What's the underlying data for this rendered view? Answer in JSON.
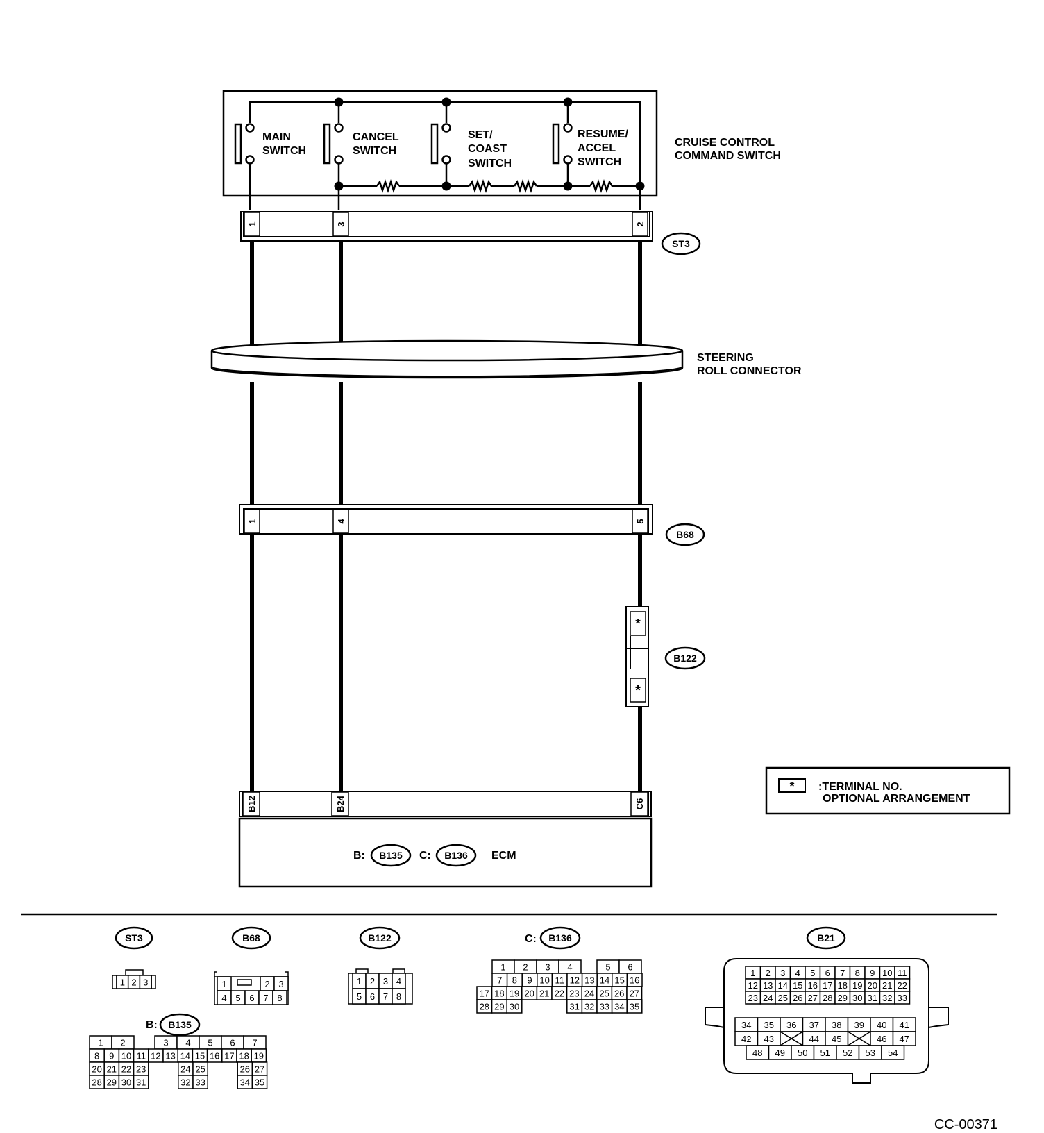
{
  "command_switch": {
    "name_line1": "CRUISE CONTROL",
    "name_line2": "COMMAND SWITCH",
    "main_l1": "MAIN",
    "main_l2": "SWITCH",
    "cancel_l1": "CANCEL",
    "cancel_l2": "SWITCH",
    "set_l1": "SET/",
    "set_l2": "COAST",
    "set_l3": "SWITCH",
    "resume_l1": "RESUME/",
    "resume_l2": "ACCEL",
    "resume_l3": "SWITCH"
  },
  "st3": {
    "tag": "ST3",
    "pin_a": "1",
    "pin_b": "3",
    "pin_c": "2"
  },
  "roll_connector": {
    "line1": "STEERING",
    "line2": "ROLL CONNECTOR"
  },
  "b68": {
    "tag": "B68",
    "pin_a": "1",
    "pin_b": "4",
    "pin_c": "5"
  },
  "b122": {
    "tag": "B122",
    "star": "*"
  },
  "ecm": {
    "pin_a": "B12",
    "pin_b": "B24",
    "pin_c": "C6",
    "b_prefix": "B:",
    "b_tag": "B135",
    "c_prefix": "C:",
    "c_tag": "B136",
    "name": "ECM"
  },
  "legend": {
    "star": "*",
    "line1": ":TERMINAL NO.",
    "line2": "OPTIONAL ARRANGEMENT"
  },
  "connector_views": {
    "st3": {
      "tag": "ST3",
      "cells": [
        "1",
        "2",
        "3"
      ]
    },
    "b68": {
      "tag": "B68",
      "row1": [
        "1",
        "2",
        "3"
      ],
      "row2": [
        "4",
        "5",
        "6",
        "7",
        "8"
      ]
    },
    "b122": {
      "tag": "B122",
      "row1": [
        "1",
        "2",
        "3",
        "4"
      ],
      "row2": [
        "5",
        "6",
        "7",
        "8"
      ]
    },
    "b135": {
      "prefix": "B:",
      "tag": "B135",
      "row1": [
        "1",
        "2",
        "3",
        "4",
        "5",
        "6",
        "7"
      ],
      "row2": [
        "8",
        "9",
        "10",
        "11",
        "12",
        "13",
        "14",
        "15",
        "16",
        "17",
        "18",
        "19"
      ],
      "row3": [
        "20",
        "21",
        "22",
        "23",
        "24",
        "25",
        "26",
        "27"
      ],
      "row4": [
        "28",
        "29",
        "30",
        "31",
        "32",
        "33",
        "34",
        "35"
      ]
    },
    "b136": {
      "prefix": "C:",
      "tag": "B136",
      "row1": [
        "1",
        "2",
        "3",
        "4",
        "5",
        "6"
      ],
      "row2": [
        "7",
        "8",
        "9",
        "10",
        "11",
        "12",
        "13",
        "14",
        "15",
        "16"
      ],
      "row3": [
        "17",
        "18",
        "19",
        "20",
        "21",
        "22",
        "23",
        "24",
        "25",
        "26",
        "27"
      ],
      "row4": [
        "28",
        "29",
        "30",
        "31",
        "32",
        "33",
        "34",
        "35"
      ]
    },
    "b21": {
      "tag": "B21",
      "row1": [
        "1",
        "2",
        "3",
        "4",
        "5",
        "6",
        "7",
        "8",
        "9",
        "10",
        "11"
      ],
      "row2": [
        "12",
        "13",
        "14",
        "15",
        "16",
        "17",
        "18",
        "19",
        "20",
        "21",
        "22"
      ],
      "row3": [
        "23",
        "24",
        "25",
        "26",
        "27",
        "28",
        "29",
        "30",
        "31",
        "32",
        "33"
      ],
      "row4": [
        "34",
        "35",
        "36",
        "37",
        "38",
        "39",
        "40",
        "41"
      ],
      "row5": [
        "42",
        "43",
        "44",
        "45",
        "46",
        "47"
      ],
      "row6": [
        "48",
        "49",
        "50",
        "51",
        "52",
        "53",
        "54"
      ]
    }
  },
  "figure_code": "CC-00371"
}
